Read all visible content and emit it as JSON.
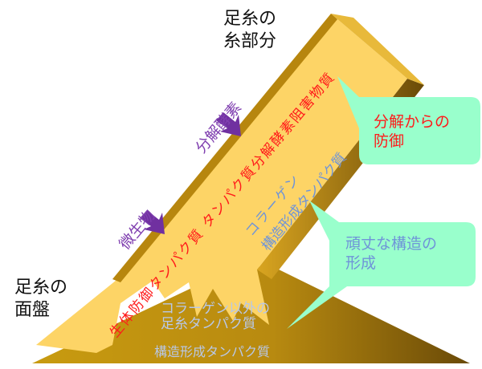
{
  "labels": {
    "thread_part": [
      "足糸の",
      "糸部分"
    ],
    "plaque": [
      "足糸の",
      "面盤"
    ],
    "enzyme": "分解酵素",
    "microbe": "微生物"
  },
  "thread": {
    "defense_text": "生体防御タンパク質 タンパク質分解酵素阻害物質",
    "collagen": "コラーゲン",
    "structural": "構造形成タンパク質"
  },
  "plaque_body": {
    "line1": "コラーゲン以外の",
    "line2": "足糸タンパク質",
    "line3": "構造形成タンパク質"
  },
  "callouts": {
    "defense": [
      "分解からの",
      "防御"
    ],
    "structure": [
      "頑丈な構造の",
      "形成"
    ]
  },
  "colors": {
    "defense_text": "#ff1a1a",
    "structure_text": "#6f94d8",
    "callout_bg": "#99ffcc",
    "arrow": "#7030a0",
    "label_purple": "#8040b0"
  }
}
